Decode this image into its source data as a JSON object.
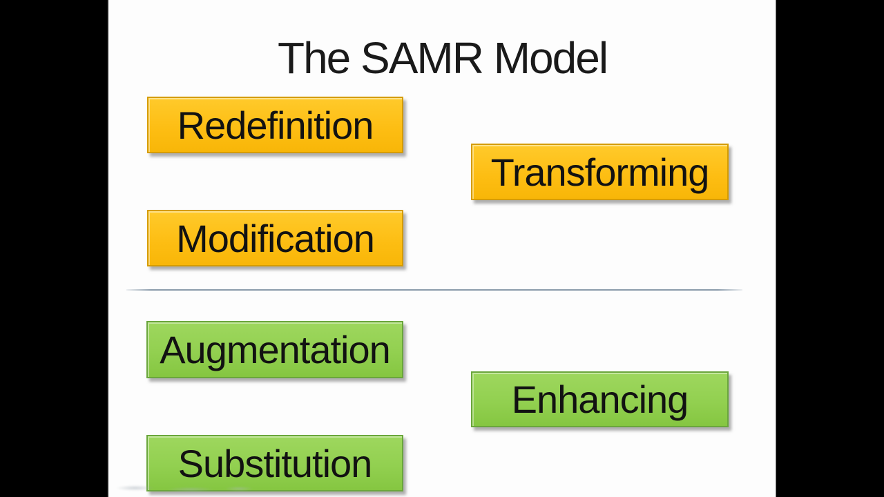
{
  "slide": {
    "title": "The SAMR Model",
    "boxes": [
      {
        "id": "redefinition",
        "label": "Redefinition",
        "group": "transforming",
        "color": "#FFC11E"
      },
      {
        "id": "transforming",
        "label": "Transforming",
        "group": "transforming",
        "color": "#FFC11E"
      },
      {
        "id": "modification",
        "label": "Modification",
        "group": "transforming",
        "color": "#FFC11E"
      },
      {
        "id": "augmentation",
        "label": "Augmentation",
        "group": "enhancing",
        "color": "#92D050"
      },
      {
        "id": "enhancing",
        "label": "Enhancing",
        "group": "enhancing",
        "color": "#92D050"
      },
      {
        "id": "substitution",
        "label": "Substitution",
        "group": "enhancing",
        "color": "#92D050"
      }
    ],
    "groups": {
      "transforming": {
        "summary_label": "Transforming",
        "items": [
          "Redefinition",
          "Modification"
        ]
      },
      "enhancing": {
        "summary_label": "Enhancing",
        "items": [
          "Augmentation",
          "Substitution"
        ]
      }
    },
    "colors": {
      "gold_fill": "#FFC11E",
      "gold_border": "#D59C00",
      "green_fill": "#92D050",
      "green_border": "#6AA63C",
      "divider_line": "#8A9BAB",
      "title_text": "#1A1A1A",
      "slide_background": "#FDFDFD",
      "letterbox": "#000000"
    }
  }
}
